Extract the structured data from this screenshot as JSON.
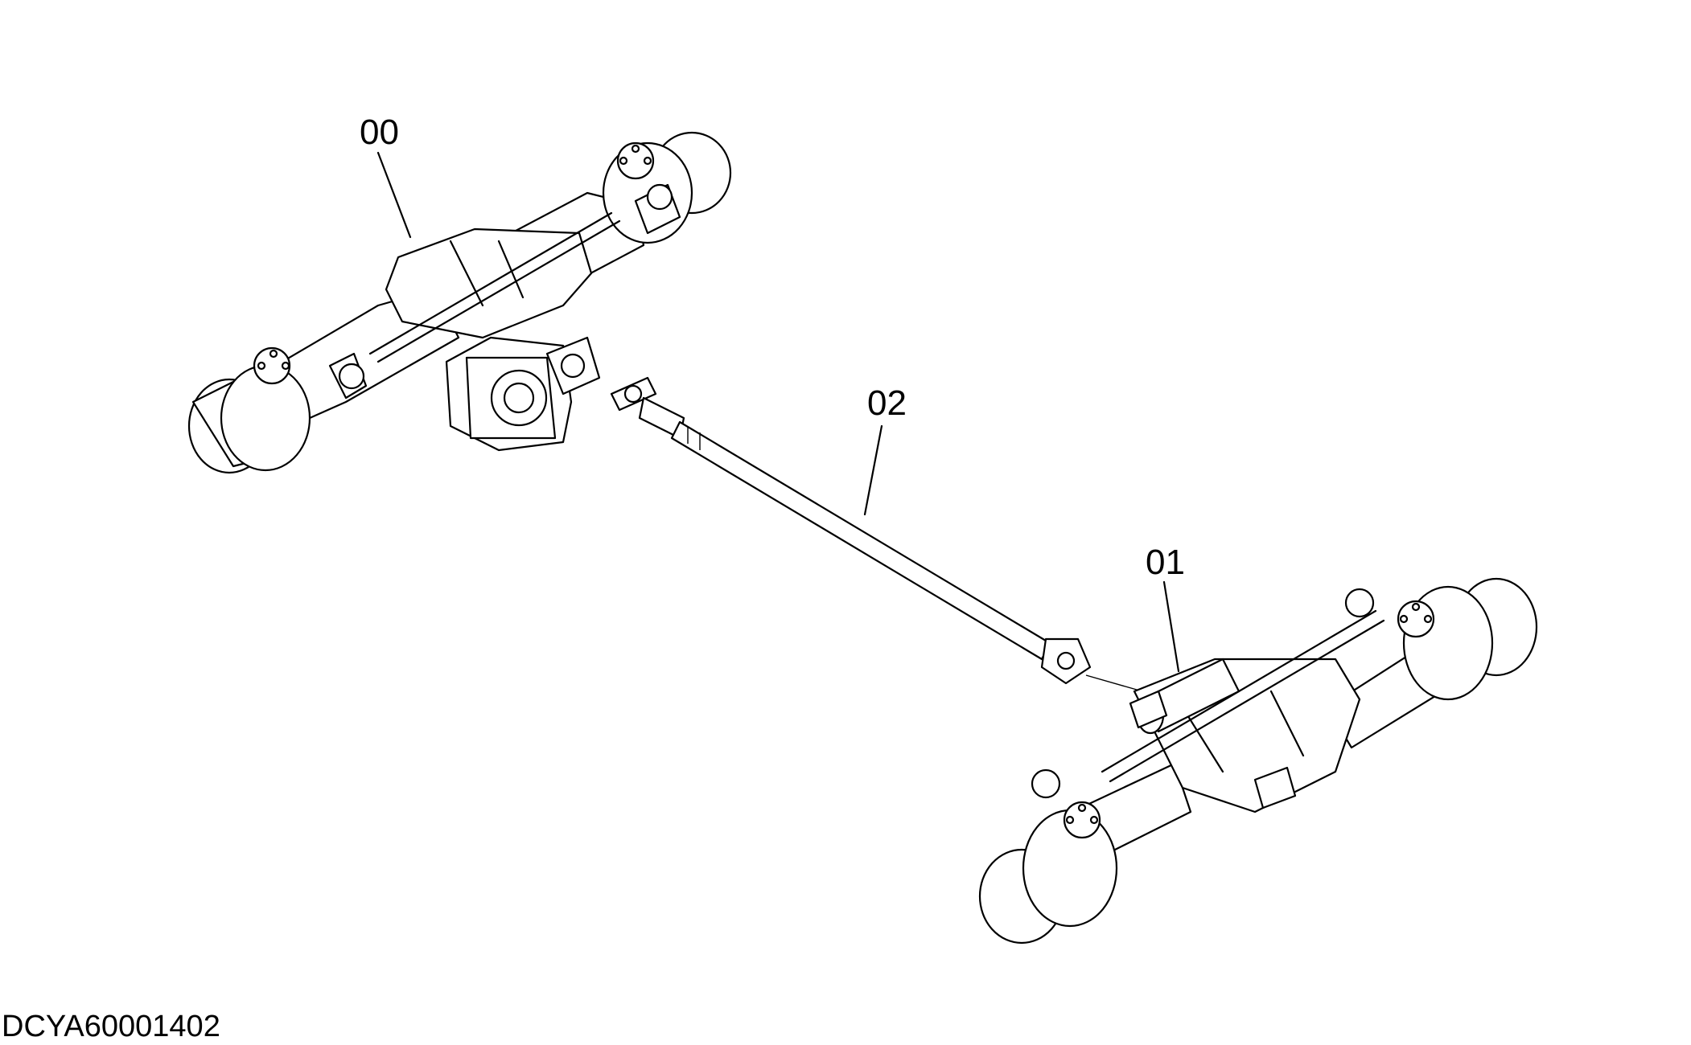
{
  "callouts": {
    "front_axle": "00",
    "rear_axle": "01",
    "propeller_shaft": "02"
  },
  "document_id": "DCYA60001402"
}
